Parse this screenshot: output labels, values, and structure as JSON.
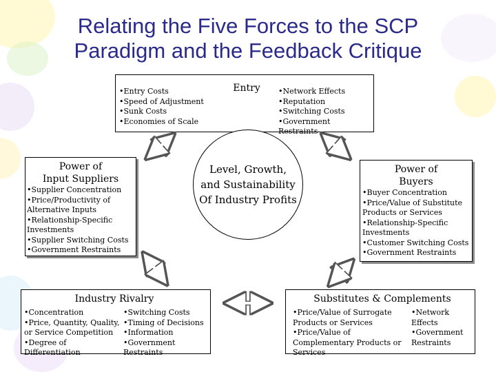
{
  "title_line1": "Relating the Five Forces to the SCP",
  "title_line2": "Paradigm and the Feedback Critique",
  "entry": {
    "header": "Entry",
    "left_items": [
      "Entry Costs",
      "Speed of Adjustment",
      "Sunk Costs",
      "Economies of Scale"
    ],
    "right_items": [
      "Network Effects",
      "Reputation",
      "Switching Costs",
      "Government Restraints"
    ]
  },
  "suppliers": {
    "header_line1": "Power of",
    "header_line2": "Input Suppliers",
    "items": [
      "Supplier Concentration",
      "Price/Productivity of Alternative Inputs",
      "Relationship-Specific Investments",
      "Supplier Switching Costs",
      "Government Restraints"
    ]
  },
  "buyers": {
    "header_line1": "Power of",
    "header_line2": "Buyers",
    "items": [
      "Buyer Concentration",
      "Price/Value of Substitute Products or Services",
      "Relationship-Specific Investments",
      "Customer Switching Costs",
      "Government Restraints"
    ]
  },
  "rivalry": {
    "header": "Industry Rivalry",
    "left_items": [
      "Concentration",
      "Price, Quantity, Quality, or Service Competition",
      "Degree of Differentiation"
    ],
    "right_items": [
      "Switching Costs",
      "Timing of Decisions",
      "Information",
      "Government Restraints"
    ]
  },
  "substitutes": {
    "header": "Substitutes & Complements",
    "left_items": [
      "Price/Value of Surrogate Products or Services",
      "Price/Value of Complementary Products or Services"
    ],
    "right_items": [
      "Network Effects",
      "Government Restraints"
    ]
  },
  "center": {
    "line1": "Level, Growth,",
    "line2": "and Sustainability",
    "line3": "Of Industry Profits"
  }
}
